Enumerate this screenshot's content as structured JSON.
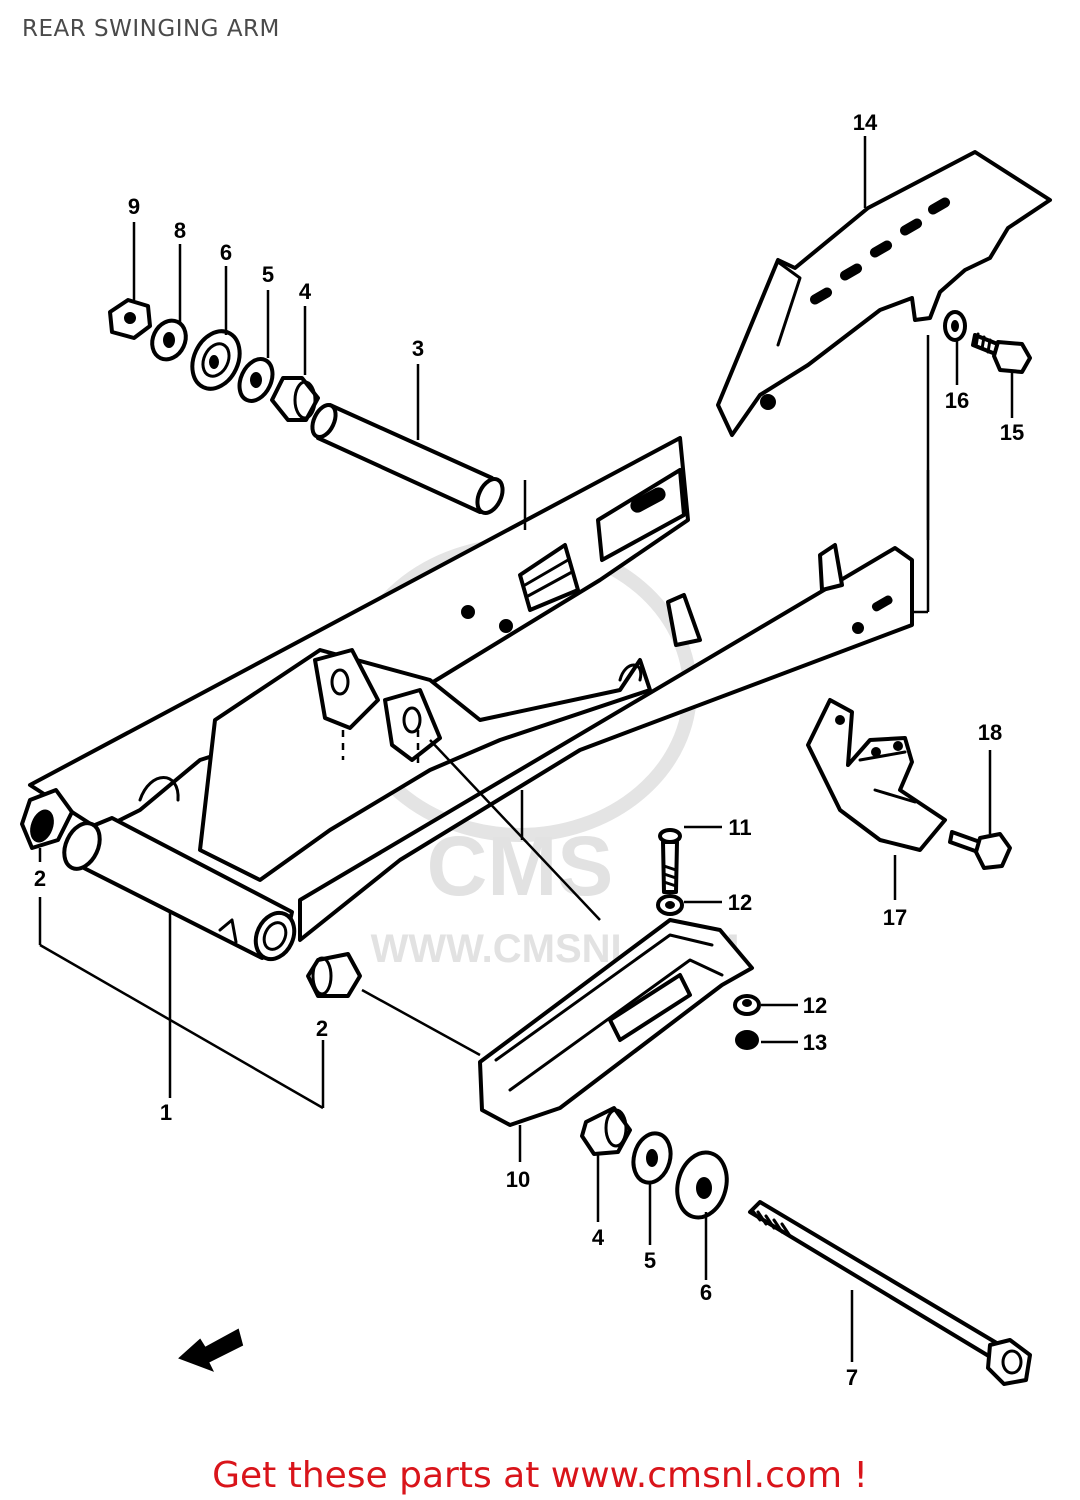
{
  "title": "REAR SWINGING ARM",
  "footer": "Get these parts at www.cmsnl.com !",
  "watermark": {
    "logo_text": "CMS",
    "url_text": "WWW.CMSNL.COM"
  },
  "labels": {
    "p1": "1",
    "p2a": "2",
    "p2b": "2",
    "p3": "3",
    "p4a": "4",
    "p4b": "4",
    "p5a": "5",
    "p5b": "5",
    "p6a": "6",
    "p6b": "6",
    "p7": "7",
    "p8": "8",
    "p9": "9",
    "p10": "10",
    "p11": "11",
    "p12a": "12",
    "p12b": "12",
    "p13": "13",
    "p14": "14",
    "p15": "15",
    "p16": "16",
    "p17": "17",
    "p18": "18"
  },
  "colors": {
    "footer": "#d9141a",
    "title": "#4a4a4a",
    "line": "#000000"
  }
}
